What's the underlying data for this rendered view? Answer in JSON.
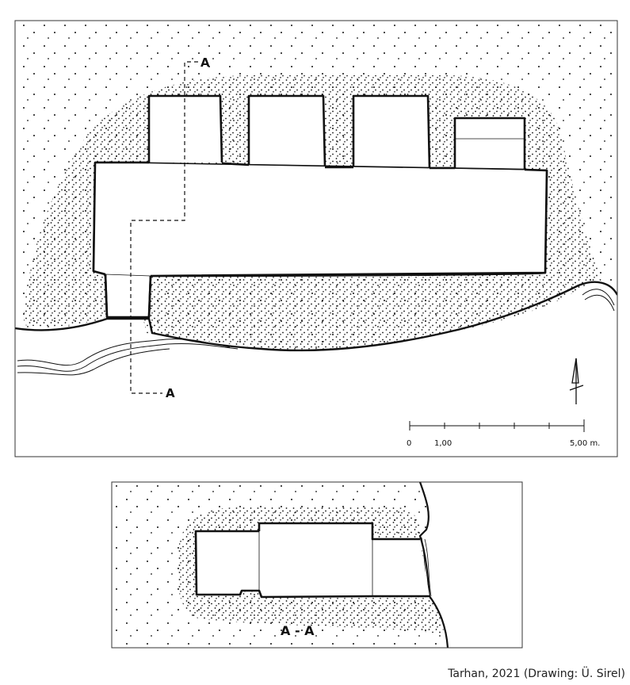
{
  "plan": {
    "section_marker_top": "A",
    "section_marker_bottom": "A",
    "scale_labels": [
      "0",
      "1,00",
      "5,00 m."
    ]
  },
  "section": {
    "label": "A - A"
  },
  "caption": "Tarhan, 2021 (Drawing: Ü. Sirel)",
  "colors": {
    "ink": "#111111",
    "background": "#ffffff"
  },
  "icons": [
    "north-arrow-icon"
  ]
}
